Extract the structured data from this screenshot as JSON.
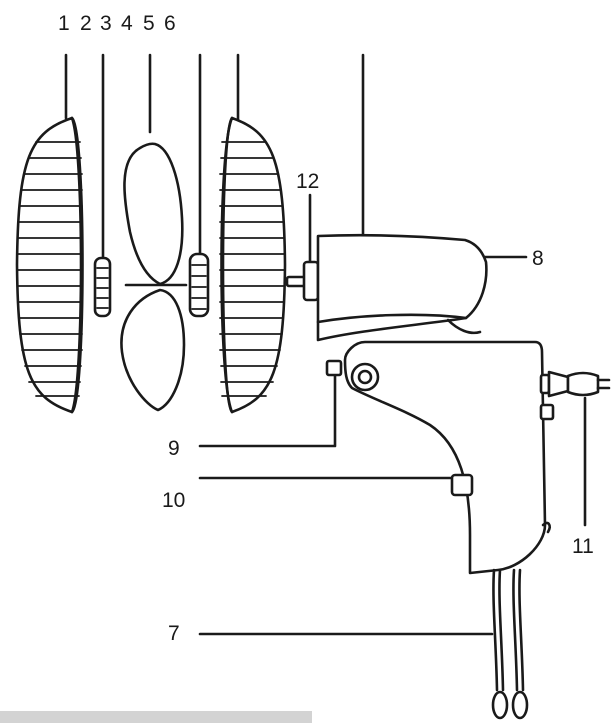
{
  "callouts": [
    {
      "id": "1",
      "label": "1"
    },
    {
      "id": "2",
      "label": "2"
    },
    {
      "id": "3",
      "label": "3"
    },
    {
      "id": "4",
      "label": "4"
    },
    {
      "id": "5",
      "label": "5"
    },
    {
      "id": "6",
      "label": "6"
    },
    {
      "id": "7",
      "label": "7"
    },
    {
      "id": "8",
      "label": "8"
    },
    {
      "id": "9",
      "label": "9"
    },
    {
      "id": "10",
      "label": "10"
    },
    {
      "id": "11",
      "label": "11"
    },
    {
      "id": "12",
      "label": "12"
    }
  ],
  "colors": {
    "ink": "#1a1a1a",
    "background": "#ffffff",
    "caption_bar": "#d3d3d3"
  }
}
